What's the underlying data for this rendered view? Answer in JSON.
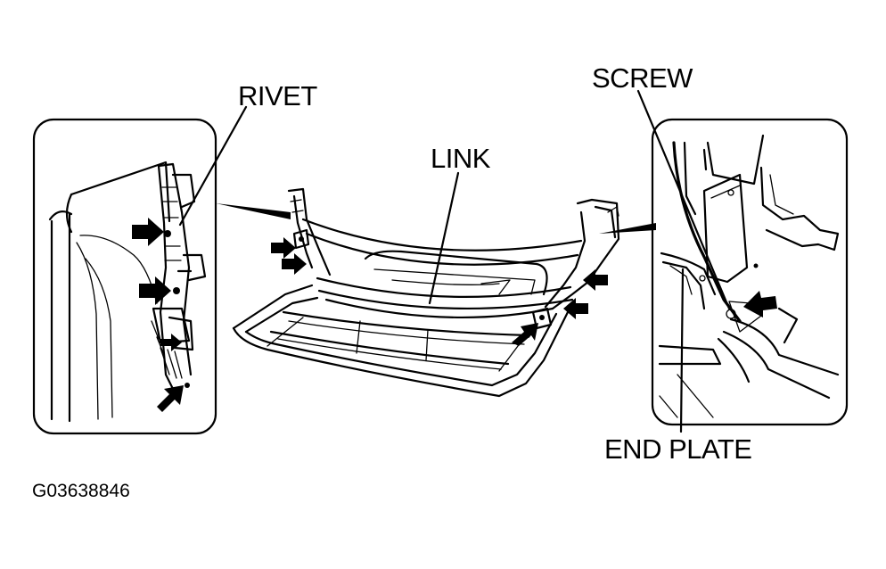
{
  "labels": {
    "rivet": "RIVET",
    "link": "LINK",
    "screw": "SCREW",
    "end_plate": "END PLATE"
  },
  "figure_code": "G03638846",
  "icons": {
    "callout_arrow": "solid-arrow-icon",
    "leader": "leader-line"
  },
  "colors": {
    "ink": "#000000",
    "paper": "#ffffff"
  }
}
